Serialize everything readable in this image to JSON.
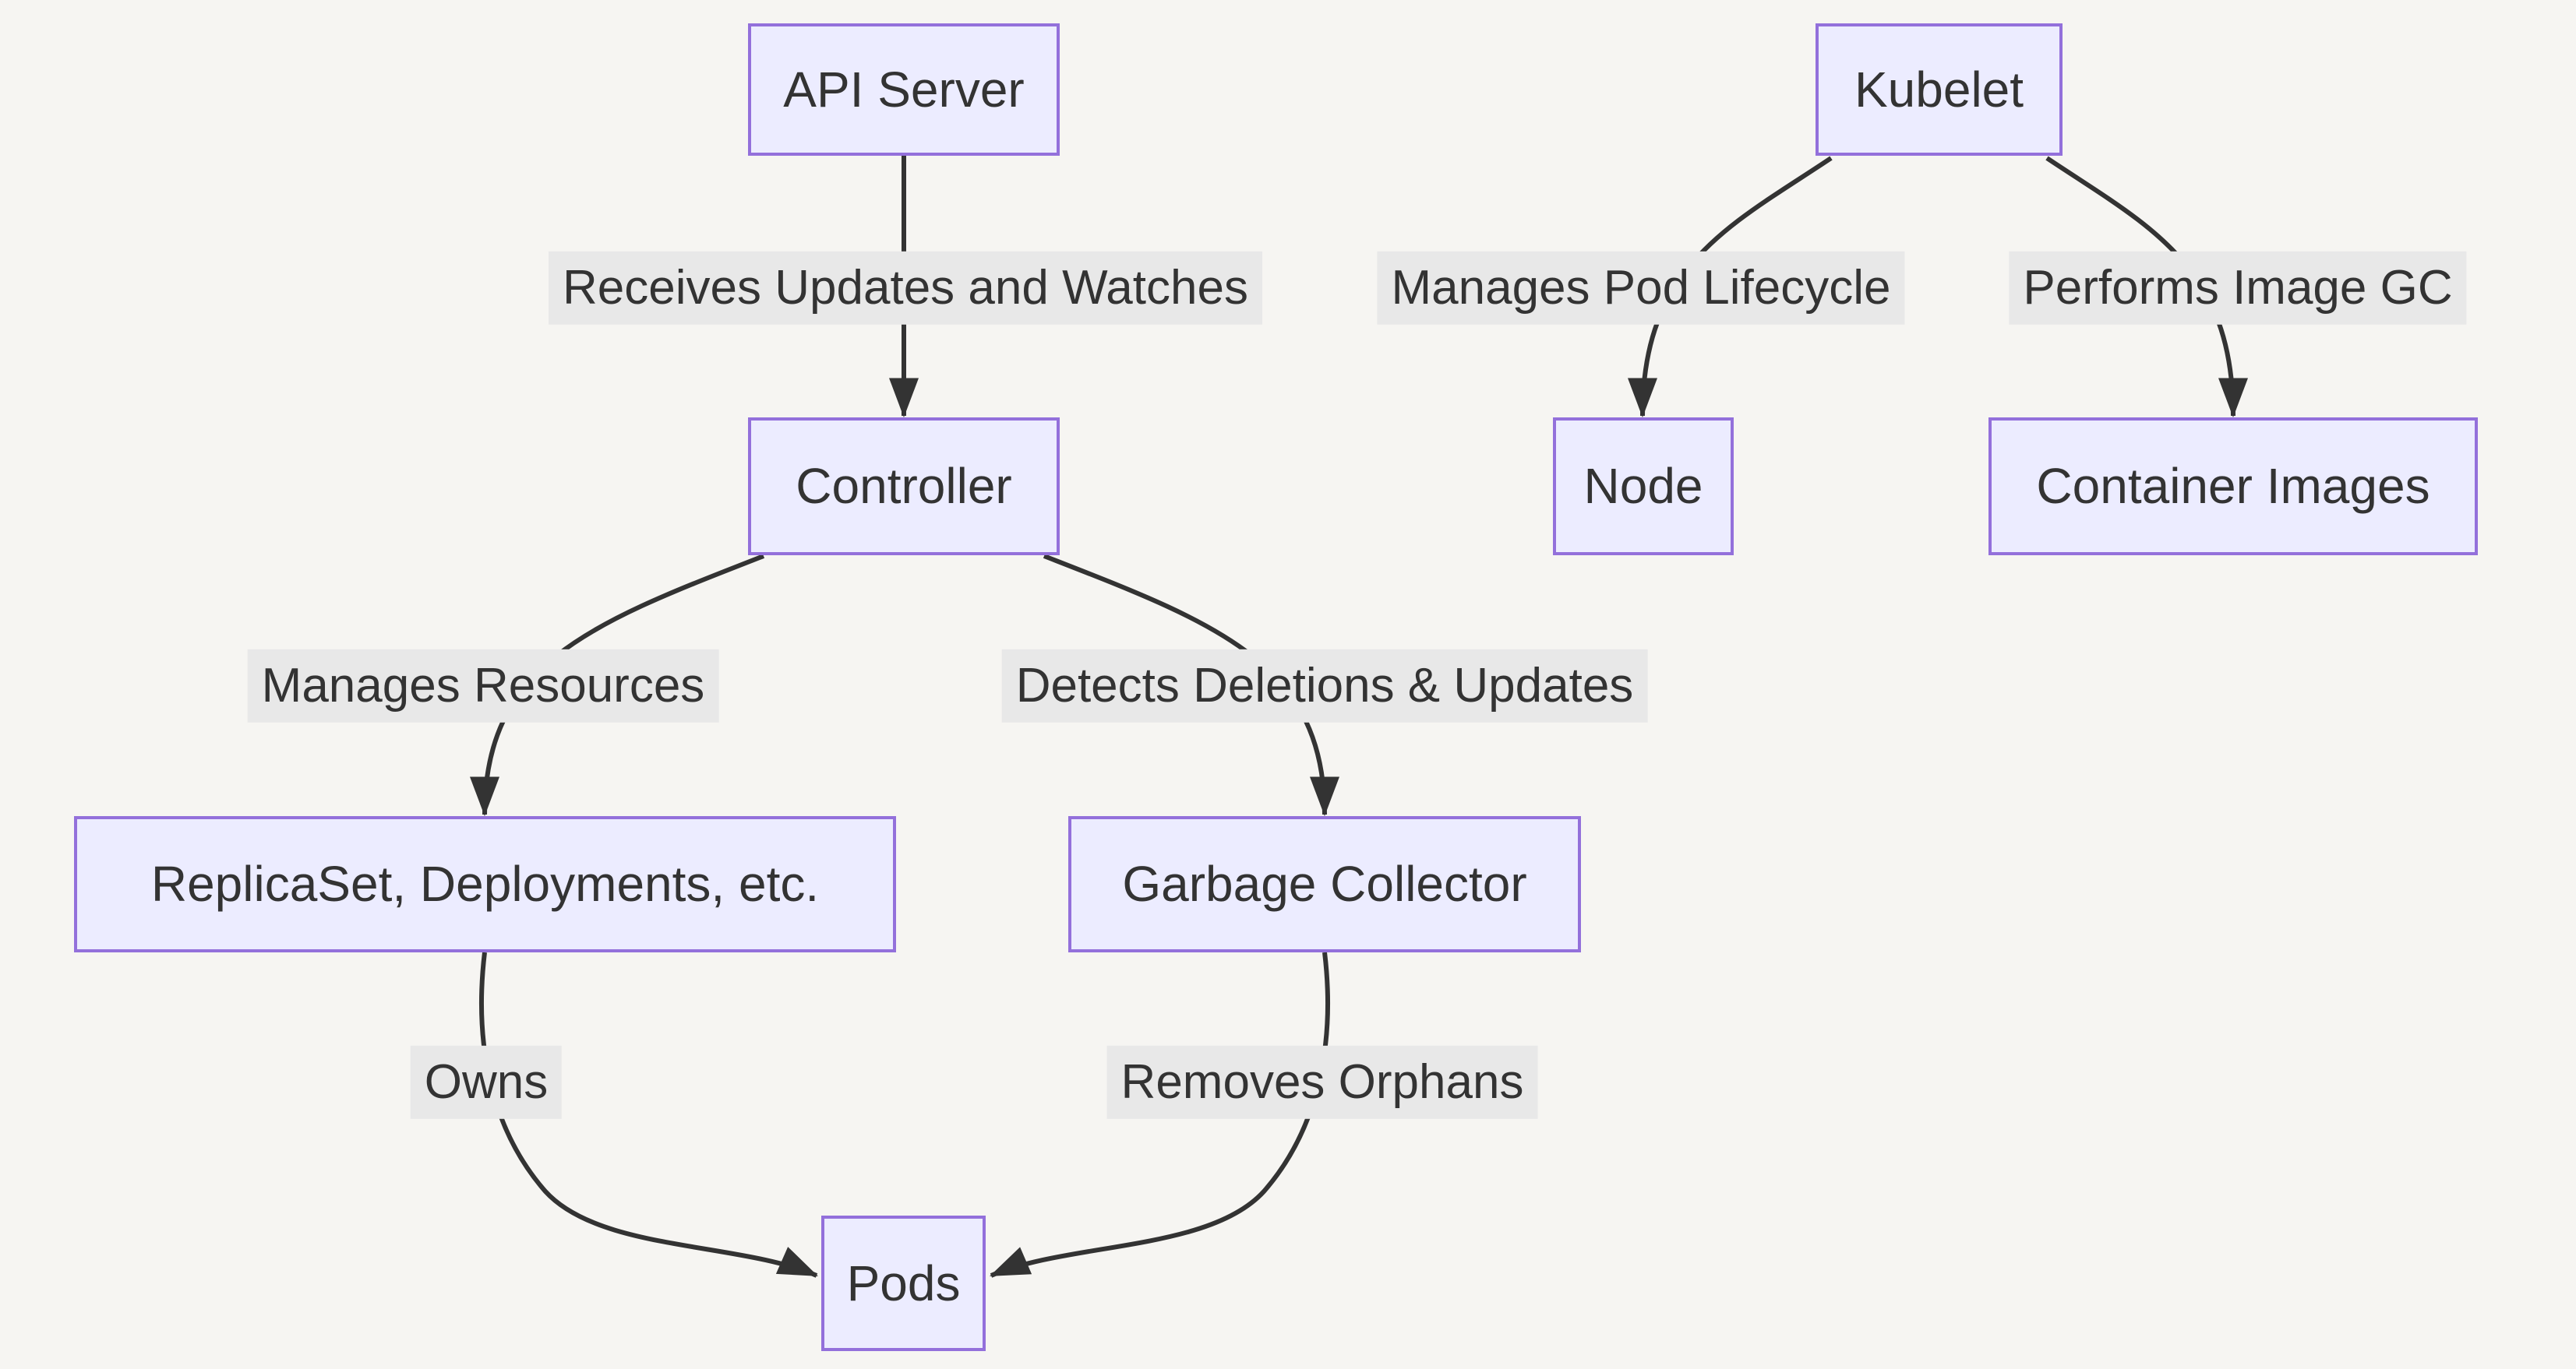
{
  "diagram_type": "flowchart",
  "nodes": [
    {
      "id": "api-server",
      "label": "API Server"
    },
    {
      "id": "kubelet",
      "label": "Kubelet"
    },
    {
      "id": "controller",
      "label": "Controller"
    },
    {
      "id": "node",
      "label": "Node"
    },
    {
      "id": "container-images",
      "label": "Container Images"
    },
    {
      "id": "replicaset",
      "label": "ReplicaSet, Deployments, etc."
    },
    {
      "id": "garbage-collector",
      "label": "Garbage Collector"
    },
    {
      "id": "pods",
      "label": "Pods"
    }
  ],
  "edges": [
    {
      "from": "API Server",
      "to": "Controller",
      "label": "Receives Updates and Watches"
    },
    {
      "from": "Controller",
      "to": "ReplicaSet, Deployments, etc.",
      "label": "Manages Resources"
    },
    {
      "from": "Controller",
      "to": "Garbage Collector",
      "label": "Detects Deletions & Updates"
    },
    {
      "from": "ReplicaSet, Deployments, etc.",
      "to": "Pods",
      "label": "Owns"
    },
    {
      "from": "Garbage Collector",
      "to": "Pods",
      "label": "Removes Orphans"
    },
    {
      "from": "Kubelet",
      "to": "Node",
      "label": "Manages Pod Lifecycle"
    },
    {
      "from": "Kubelet",
      "to": "Container Images",
      "label": "Performs Image GC"
    }
  ],
  "colors": {
    "background": "#f6f5f2",
    "node_fill": "#ECECFF",
    "node_border": "#9370DB",
    "edge_line": "#333333",
    "edge_label_bg": "#e8e8e8",
    "text": "#333333"
  }
}
